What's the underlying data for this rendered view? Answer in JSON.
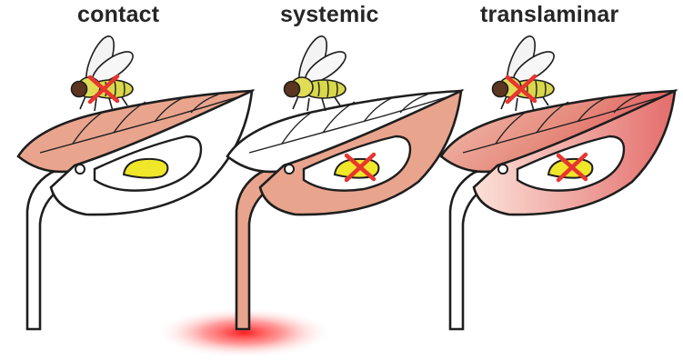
{
  "panels": [
    {
      "title": "contact"
    },
    {
      "title": "systemic"
    },
    {
      "title": "translaminar"
    }
  ],
  "colors": {
    "leaf_treated": "#e9a48d",
    "outline": "#1e1e1e",
    "larva": "#f0e62a",
    "cross": "#e8352f",
    "hotspot": "#ff2a2a",
    "fly_body": "#d9d84a",
    "fly_eye": "#5b3520"
  },
  "icons": [
    "fly-icon",
    "larva-icon",
    "red-cross-icon"
  ]
}
